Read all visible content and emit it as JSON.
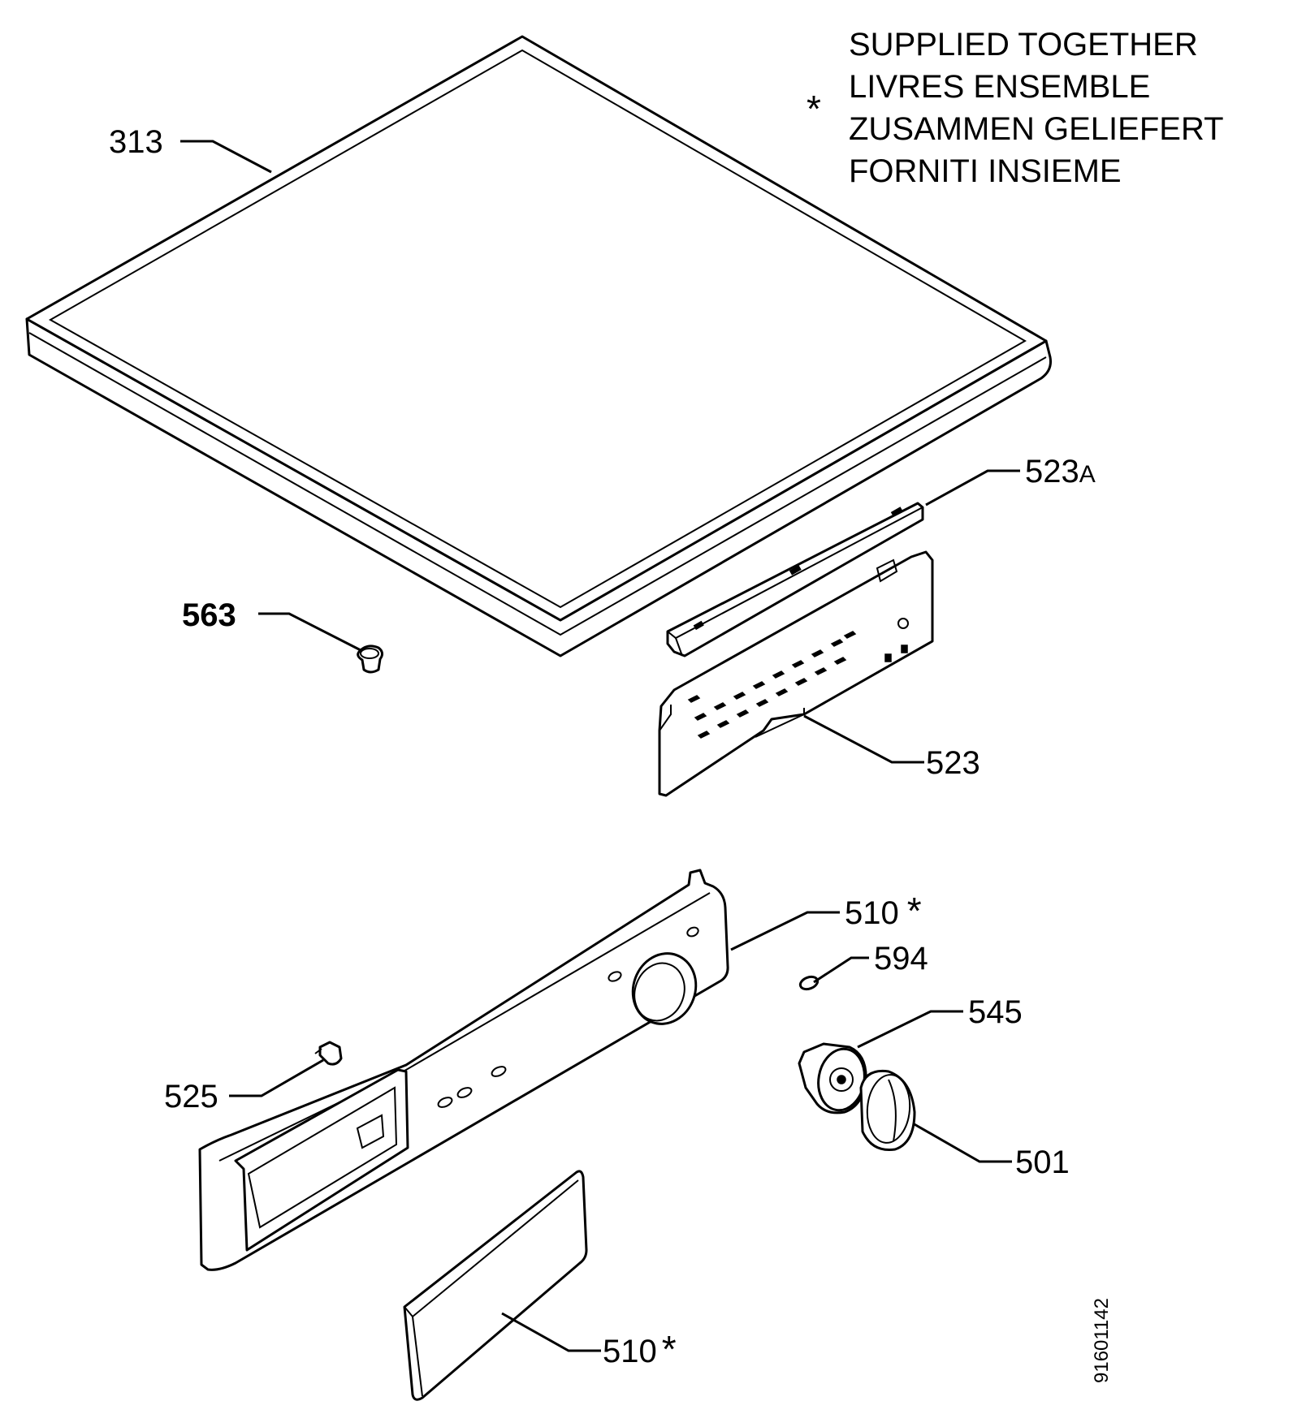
{
  "legend": {
    "asterisk": "*",
    "lines": [
      "SUPPLIED TOGETHER",
      "LIVRES ENSEMBLE",
      "ZUSAMMEN GELIEFERT",
      "FORNITI INSIEME"
    ]
  },
  "labels": {
    "p313": "313",
    "p563": "563",
    "p523a_num": "523",
    "p523a_suffix": "A",
    "p523": "523",
    "p510_top": "510",
    "p510_top_mark": "*",
    "p594": "594",
    "p545": "545",
    "p525": "525",
    "p501": "501",
    "p510_bottom": "510",
    "p510_bottom_mark": "*"
  },
  "drawing_number": "91601142"
}
